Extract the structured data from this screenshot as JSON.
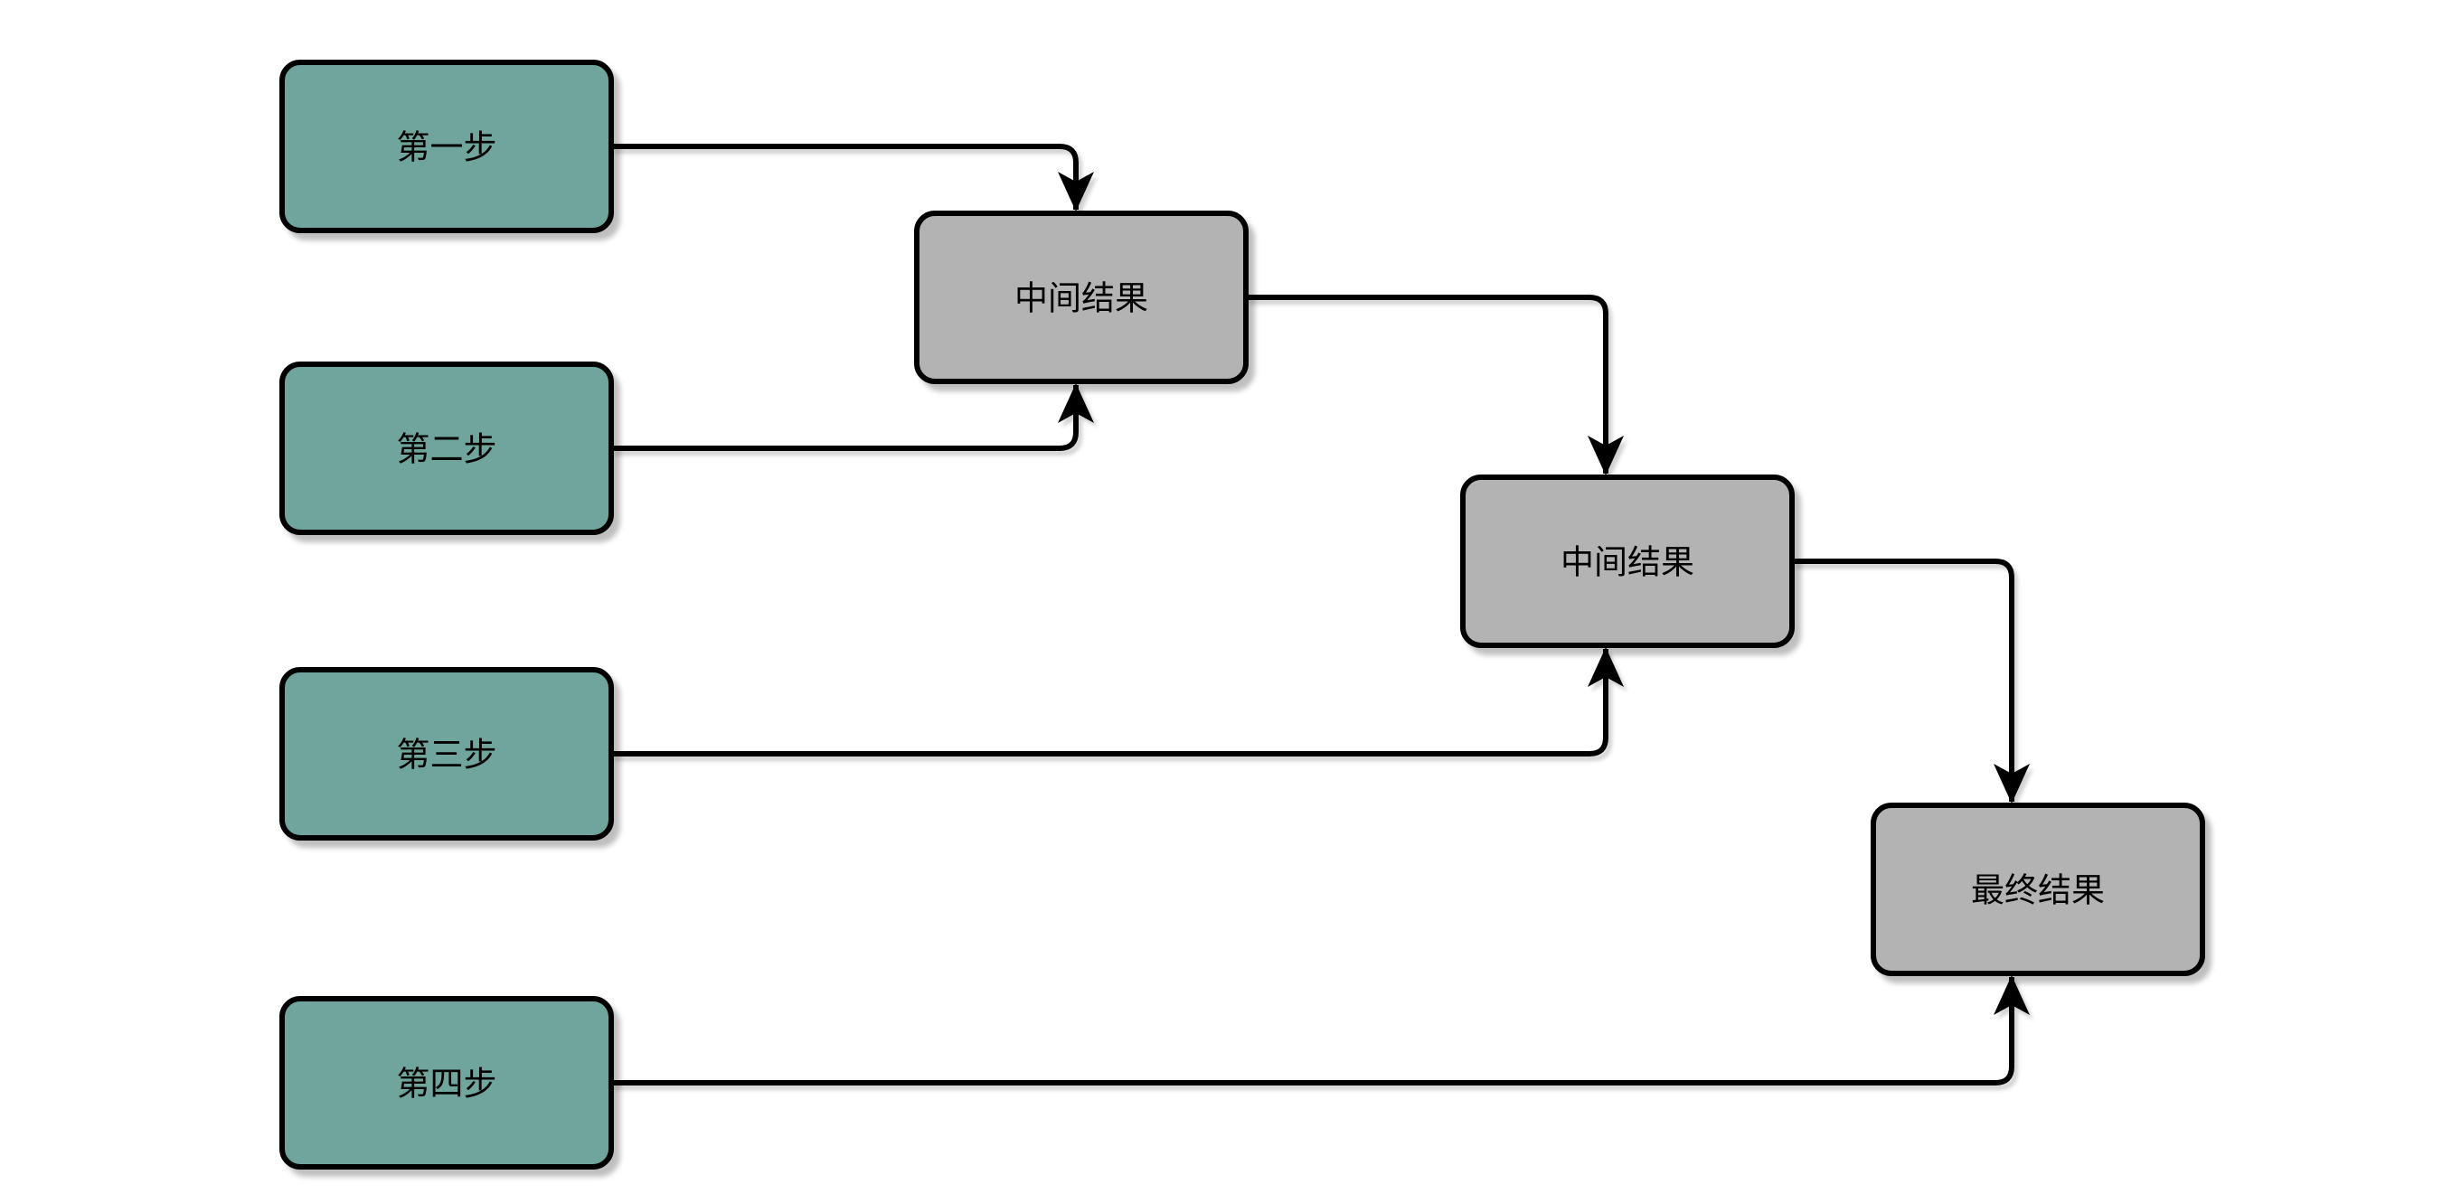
{
  "diagram": {
    "background": "#ffffff",
    "colors": {
      "step_fill": "#6FA59D",
      "result_fill": "#B3B3B3",
      "stroke": "#000000",
      "text": "#000000"
    },
    "nodes": [
      {
        "id": "step1",
        "label": "第一步",
        "type": "step"
      },
      {
        "id": "step2",
        "label": "第二步",
        "type": "step"
      },
      {
        "id": "step3",
        "label": "第三步",
        "type": "step"
      },
      {
        "id": "step4",
        "label": "第四步",
        "type": "step"
      },
      {
        "id": "mid1",
        "label": "中间结果",
        "type": "result"
      },
      {
        "id": "mid2",
        "label": "中间结果",
        "type": "result"
      },
      {
        "id": "final",
        "label": "最终结果",
        "type": "result"
      }
    ],
    "edges": [
      {
        "from": "step1",
        "to": "mid1"
      },
      {
        "from": "step2",
        "to": "mid1"
      },
      {
        "from": "mid1",
        "to": "mid2"
      },
      {
        "from": "step3",
        "to": "mid2"
      },
      {
        "from": "mid2",
        "to": "final"
      },
      {
        "from": "step4",
        "to": "final"
      }
    ]
  }
}
